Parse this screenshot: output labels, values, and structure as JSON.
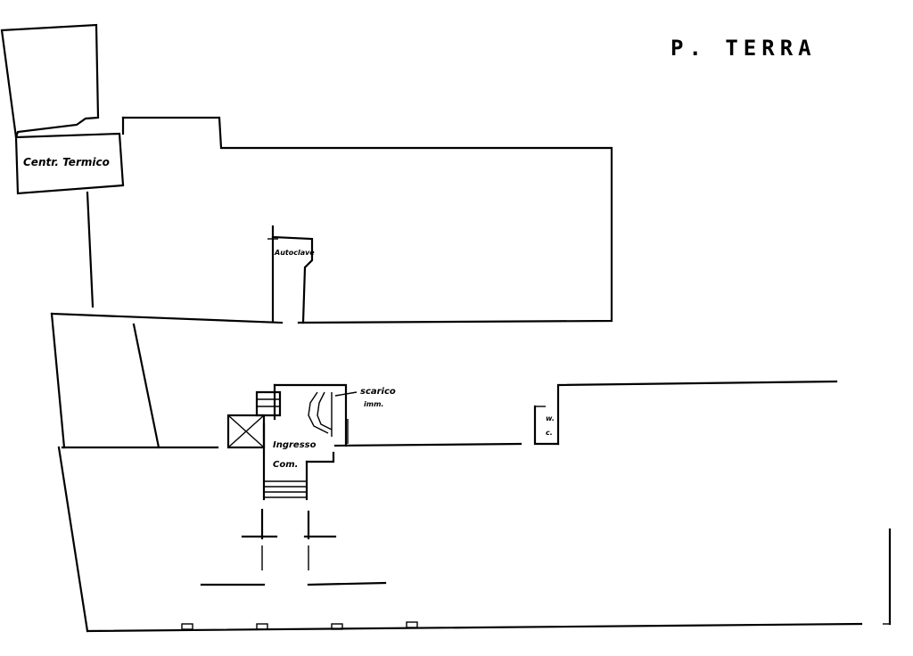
{
  "drawing": {
    "title": "P. TERRA",
    "rooms": {
      "centrale_termica": "Centr. Termico",
      "autoclave": "Autoclave",
      "scarico_1": "scarico",
      "scarico_2": "imm.",
      "ingresso_1": "Ingresso",
      "ingresso_2": "Com.",
      "wc_1": "w.",
      "wc_2": "c."
    }
  }
}
